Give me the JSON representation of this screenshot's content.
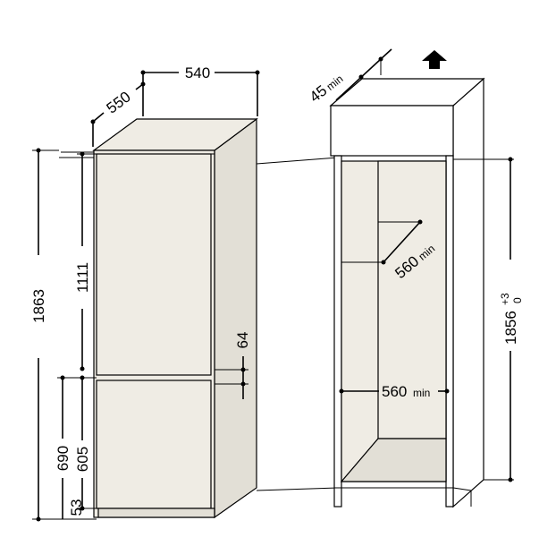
{
  "colors": {
    "panel": "#efece4",
    "panel_shade": "#e2dfd6",
    "line": "#000000",
    "background": "#ffffff"
  },
  "icons": {
    "vent_arrow": "up-arrow-icon"
  },
  "fridge_dims": {
    "width": "540",
    "depth": "550",
    "total_height": "1863",
    "upper_door": "1111",
    "door_gap": "64",
    "lower_690": "690",
    "lower_605": "605",
    "plinth": "53"
  },
  "niche_dims": {
    "top_gap": "45",
    "top_gap_unit": "min",
    "depth": "560",
    "depth_unit": "min",
    "width": "560",
    "width_unit": "min",
    "height": "1856",
    "height_tol_plus": "+3",
    "height_tol_minus": "0"
  }
}
